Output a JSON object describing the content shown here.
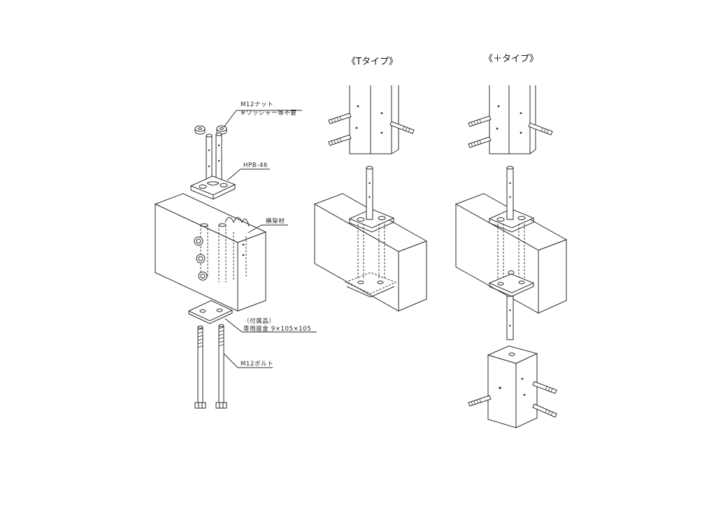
{
  "titles": {
    "t_type": "《Tタイプ》",
    "cross_type": "《＋タイプ》"
  },
  "labels": {
    "nut_line1": "M12ナット",
    "nut_line2": "※ワッシャー等不要",
    "hpb": "HPB-46",
    "beam": "横架材",
    "washer_line1": "（付属品）",
    "washer_line2": "専用座金  9×105×105",
    "bolt": "M12ボルト"
  }
}
